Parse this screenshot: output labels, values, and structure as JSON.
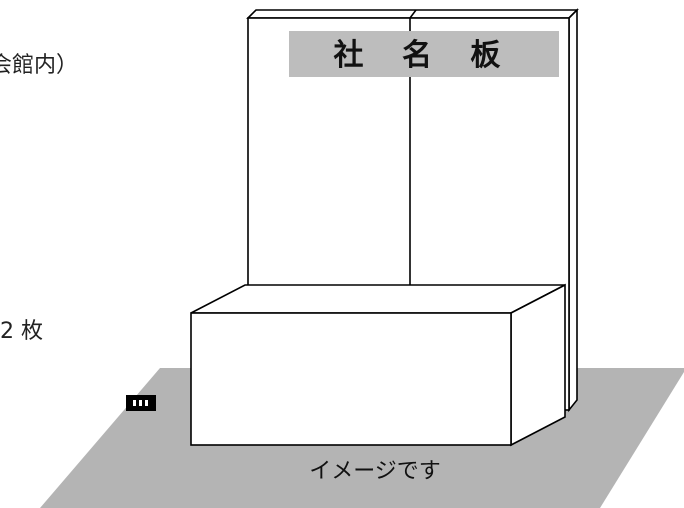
{
  "side_texts": {
    "top": "会館内）",
    "middle": "2 枚"
  },
  "booth": {
    "sign_label": "社 名 板",
    "caption": "イメージです"
  },
  "colors": {
    "floor": "#b4b4b4",
    "sign_bg": "#bdbdbd",
    "outline": "#000000",
    "panel": "#ffffff",
    "marker": "#000000"
  }
}
